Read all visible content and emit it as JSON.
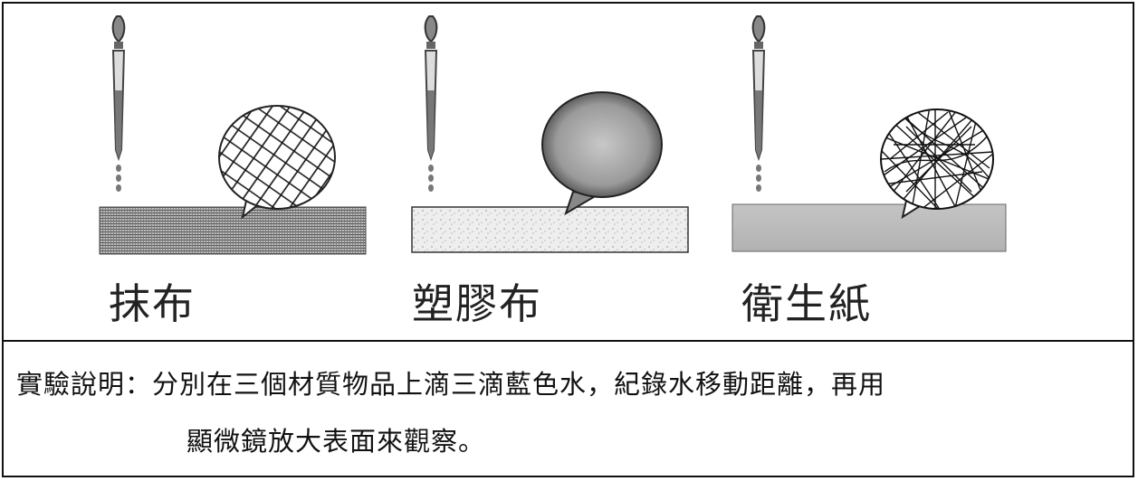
{
  "materials": [
    {
      "name": "抹布",
      "surface": "woven-cloth",
      "magnified": "crosshatch-mesh"
    },
    {
      "name": "塑膠布",
      "surface": "plastic-sheet",
      "magnified": "smooth-grainy"
    },
    {
      "name": "衛生紙",
      "surface": "tissue-paper",
      "magnified": "tangled-fibers"
    }
  ],
  "description": {
    "label": "實驗說明：",
    "line1": "分別在三個材質物品上滴三滴藍色水，紀錄水移動距離，再用",
    "line2": "顯微鏡放大表面來觀察。"
  }
}
